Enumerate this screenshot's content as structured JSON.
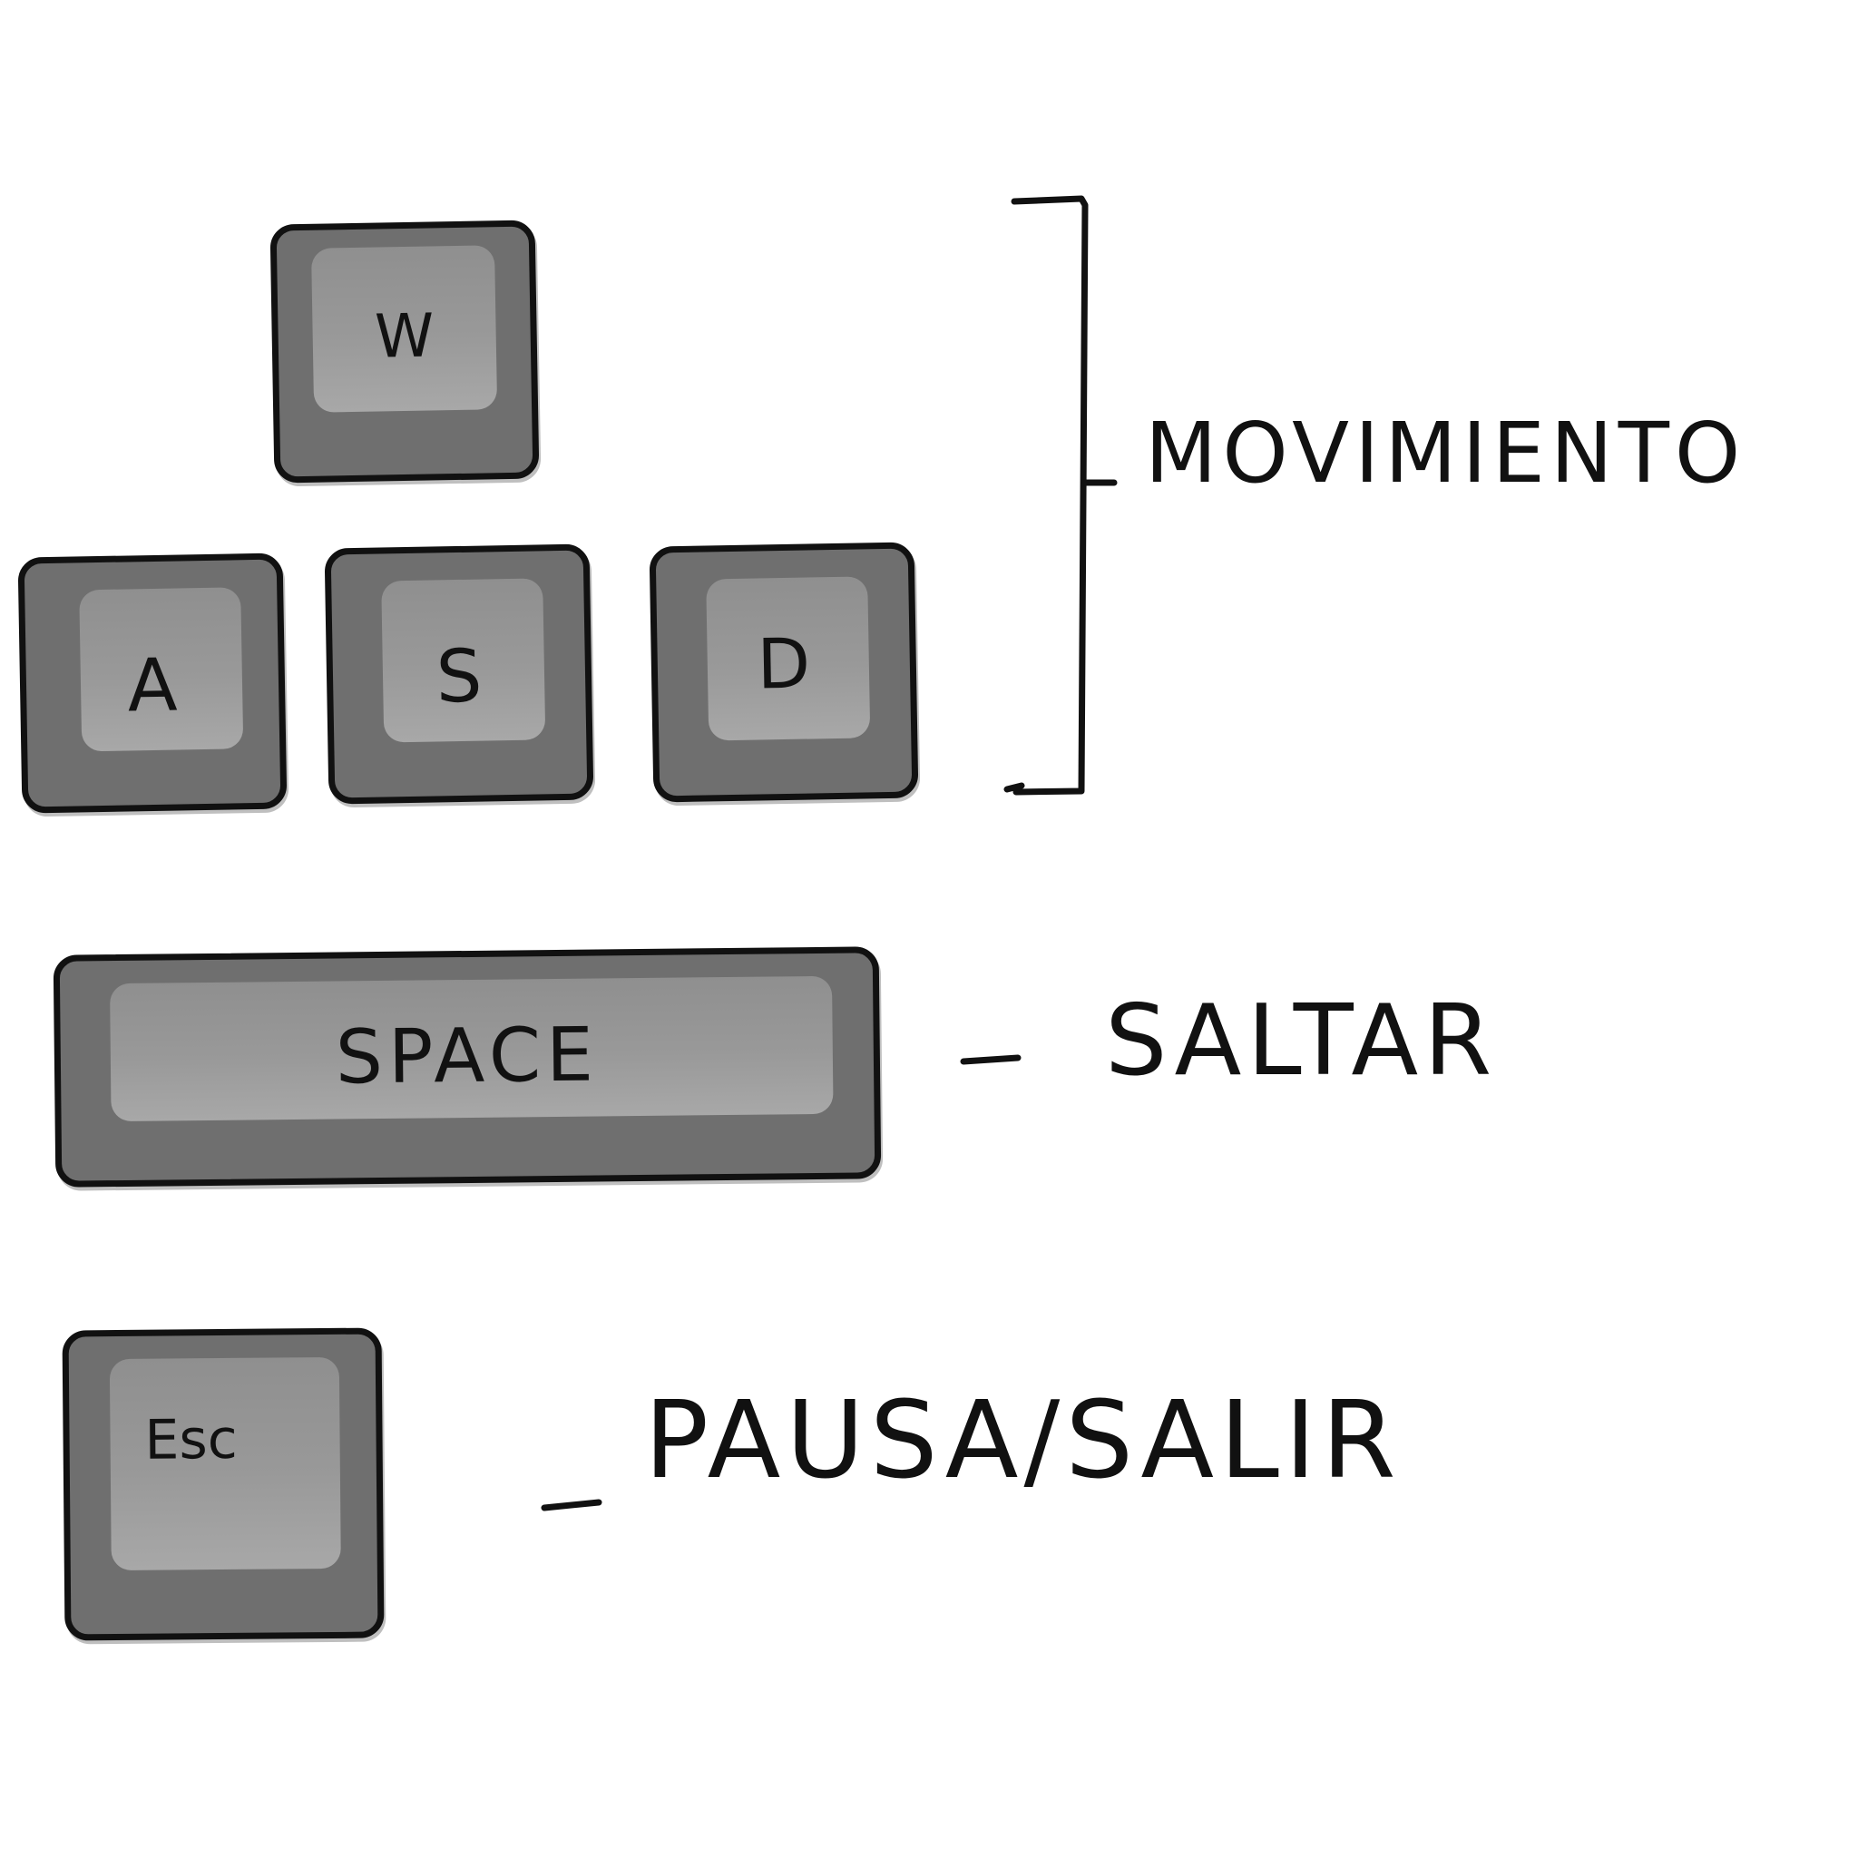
{
  "keys": {
    "w": "W",
    "a": "A",
    "s": "S",
    "d": "D",
    "space": "SPACE",
    "esc": "Esc"
  },
  "captions": {
    "movement": "MOVIMIENTO",
    "jump": "SALTAR",
    "pause": "PAUSA/SALIR"
  },
  "colors": {
    "key_fill": "#8f8f8f",
    "key_outline": "#111111",
    "ink": "#111111"
  }
}
